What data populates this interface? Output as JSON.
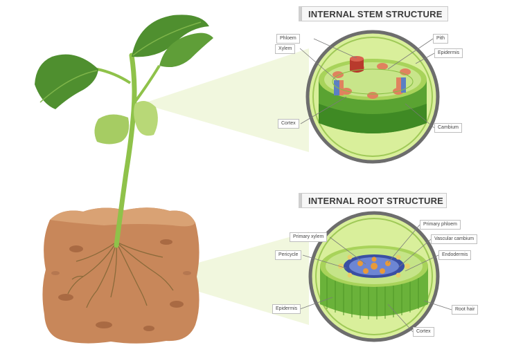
{
  "stem_title": "INTERNAL STEM STRUCTURE",
  "root_title": "INTERNAL ROOT STRUCTURE",
  "stem_labels": {
    "phloem": "Phloem",
    "xylem": "Xylem",
    "cortex": "Cortex",
    "pith": "Pith",
    "epidermis": "Epidermis",
    "cambium": "Cambium"
  },
  "root_labels": {
    "primary_xylem": "Primary xylem",
    "pericycle": "Pericycle",
    "epidermis": "Epidermis",
    "primary_phloem": "Primary phloem",
    "vascular_cambium": "Vascular cambium",
    "endodermis": "Endodermis",
    "root_hair": "Root hair",
    "cortex": "Cortex"
  },
  "colors": {
    "leaf_dark": "#4f8f2f",
    "leaf_light": "#a6cc63",
    "soil": "#c8875a",
    "stem_green": "#8fc24a",
    "circle_bg": "#d9ef9b",
    "xylem_red": "#b83a2c",
    "phloem_blue": "#5b7fc4",
    "root_orange": "#e89a3a"
  }
}
